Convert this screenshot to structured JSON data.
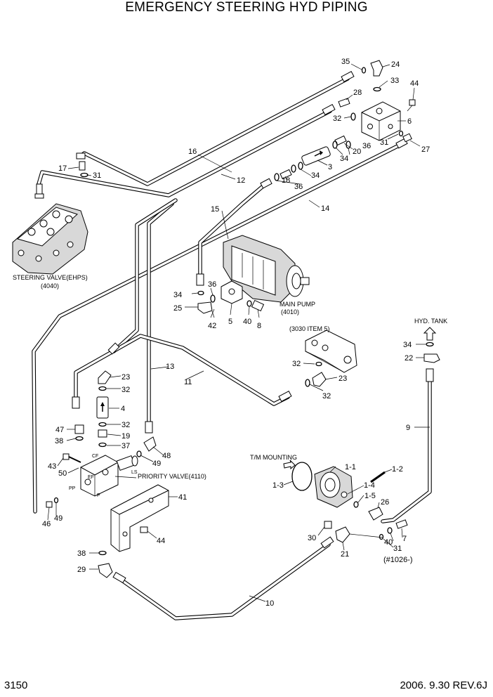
{
  "title": "EMERGENCY STEERING HYD PIPING",
  "page_number": "3150",
  "revision": "2006. 9.30  REV.6J",
  "components": {
    "steering_valve": "STEERING VALVE(EHPS)",
    "steering_valve_ref": "(4040)",
    "main_pump": "MAIN PUMP",
    "main_pump_ref": "(4010)",
    "item_3030": "(3030 ITEM 5)",
    "hyd_tank": "HYD. TANK",
    "tm_mounting": "T/M MOUNTING",
    "priority_valve": "PRIORITY VALVE(4110)",
    "serial_note": "(#1026-)"
  },
  "port_labels": {
    "cf": "CF",
    "ef": "EF",
    "ls": "LS",
    "pp": "PP",
    "p": "P"
  },
  "callouts": {
    "n35": "35",
    "n24": "24",
    "n33": "33",
    "n44a": "44",
    "n28": "28",
    "n32a": "32",
    "n6": "6",
    "n31a": "31",
    "n27": "27",
    "n16": "16",
    "n17": "17",
    "n31b": "31",
    "n12": "12",
    "n20": "20",
    "n34a": "34",
    "n36a": "36",
    "n3": "3",
    "n18": "18",
    "n36b": "36",
    "n34b": "34",
    "n14": "14",
    "n15": "15",
    "n36c": "36",
    "n34c": "34",
    "n25": "25",
    "n42": "42",
    "n5": "5",
    "n40a": "40",
    "n8": "8",
    "n13": "13",
    "n23a": "23",
    "n32b": "32",
    "n11": "11",
    "n32c": "32",
    "n23b": "23",
    "n32d": "32",
    "n34d": "34",
    "n22": "22",
    "n4": "4",
    "n32e": "32",
    "n19": "19",
    "n37": "37",
    "n47": "47",
    "n38a": "38",
    "n48": "48",
    "n49a": "49",
    "n9": "9",
    "n1_1": "1-1",
    "n1_2": "1-2",
    "n43": "43",
    "n50": "50",
    "n1_3": "1-3",
    "n1_4": "1-4",
    "n1_5": "1-5",
    "n41": "41",
    "n26": "26",
    "n46": "46",
    "n49b": "49",
    "n44b": "44",
    "n30": "30",
    "n40b": "40",
    "n7": "7",
    "n31c": "31",
    "n21": "21",
    "n38b": "38",
    "n29": "29",
    "n10": "10"
  }
}
